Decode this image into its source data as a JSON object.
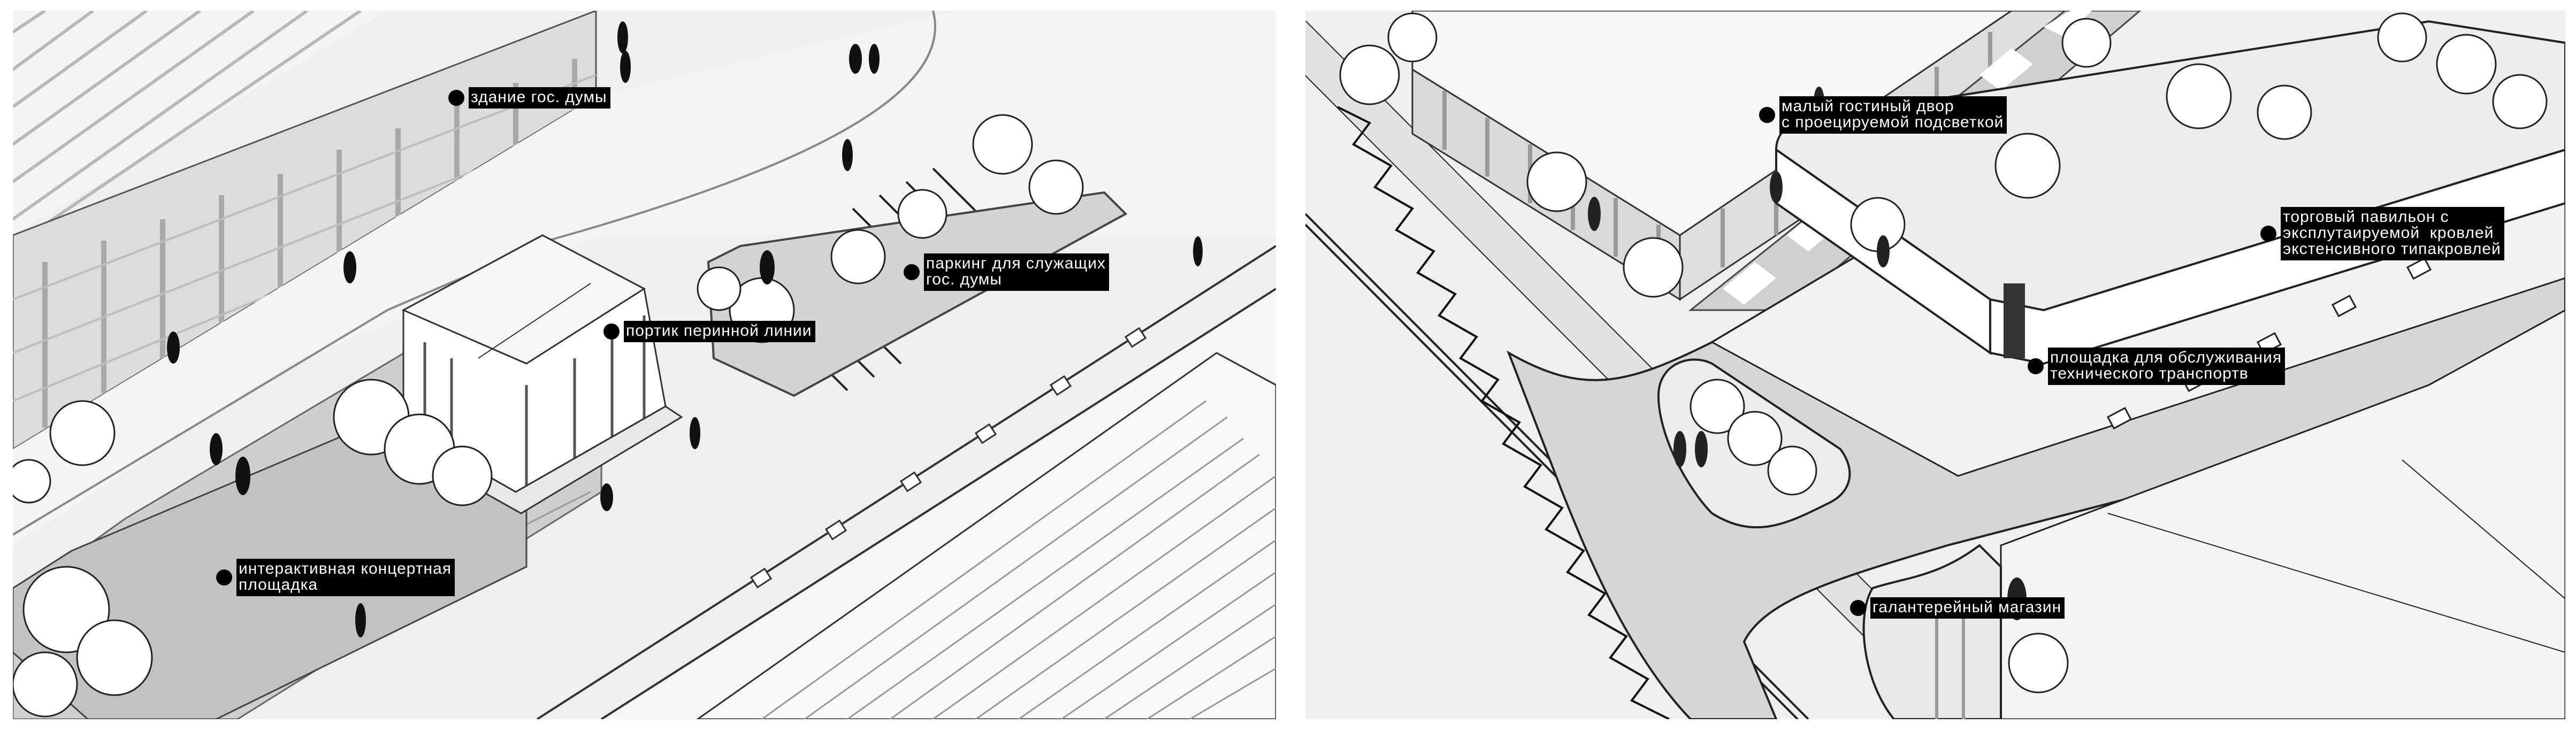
{
  "colors": {
    "background": "#ffffff",
    "panel_fill": "#efefef",
    "plaza_gray": "#c9c9c9",
    "path_gray": "#d9d9d9",
    "facade_gray": "#a8a8a8",
    "line": "#222222",
    "label_bg": "#000000",
    "label_text": "#ffffff"
  },
  "panels": [
    {
      "id": "left",
      "callouts": [
        {
          "text": "здание гос. думы",
          "lines": [
            "здание гос. думы"
          ]
        },
        {
          "text": "паркинг для служащих гос. думы",
          "lines": [
            "паркинг для служащих",
            "гос. думы"
          ]
        },
        {
          "text": "портик перинной линии",
          "lines": [
            "портик перинной линии"
          ]
        },
        {
          "text": "интерактивная концертная площадка",
          "lines": [
            "интерактивная концертная",
            "площадка"
          ]
        }
      ]
    },
    {
      "id": "right",
      "callouts": [
        {
          "text": "малый гостиный двор с проецируемой подсветкой",
          "lines": [
            "малый гостиный двор",
            "с проецируемой подсветкой"
          ]
        },
        {
          "text": "торговый павильон с эксплутаируемой кровлей экстенсивного типакровлей",
          "lines": [
            "торговый павильон с",
            "эксплутаируемой  кровлей",
            "экстенсивного типакровлей"
          ]
        },
        {
          "text": "площадка для обслуживания технического транспортв",
          "lines": [
            "площадка для обслуживания",
            "технического транспортв"
          ]
        },
        {
          "text": "галантерейный магазин",
          "lines": [
            "галантерейный магазин"
          ]
        }
      ]
    }
  ],
  "labels": {
    "left_0": "здание гос. думы",
    "left_1": "паркинг для служащих\nгос. думы",
    "left_2": "портик перинной линии",
    "left_3": "интерактивная концертная\nплощадка",
    "right_0": "малый гостиный двор\nс проецируемой подсветкой",
    "right_1": "торговый павильон с\nэксплутаируемой  кровлей\nэкстенсивного типакровлей",
    "right_2": "площадка для обслуживания\nтехнического транспортв",
    "right_3": "галантерейный магазин"
  }
}
